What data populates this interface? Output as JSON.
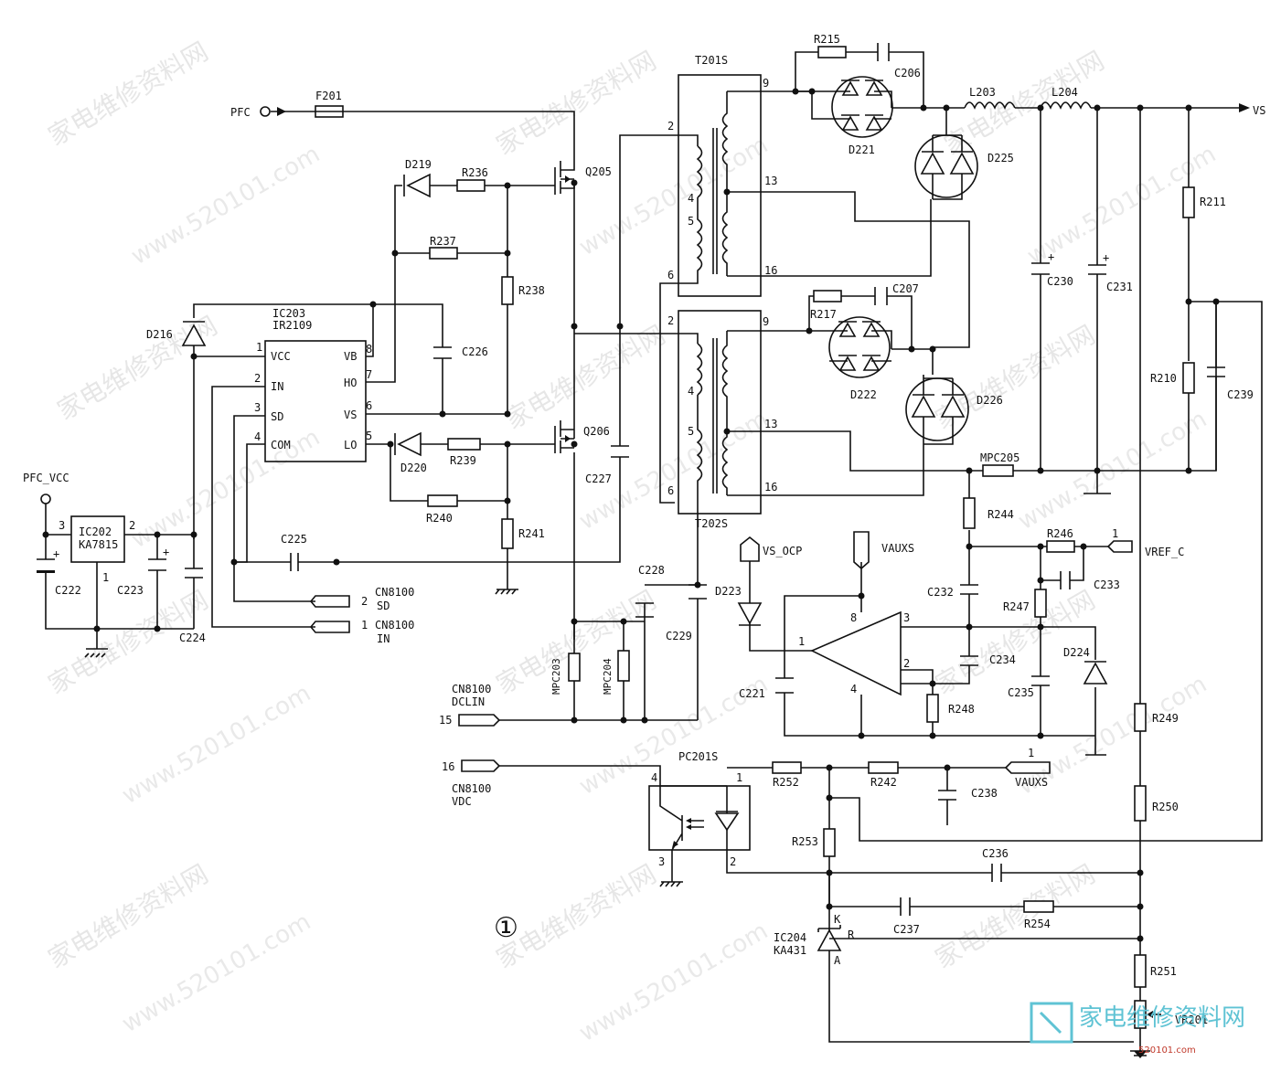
{
  "watermark": {
    "cn": "家电维修资料网",
    "url": "www.520101.com",
    "logo_cn": "家电维修资料网",
    "logo_url": "520101.com"
  },
  "figure_number": "①",
  "nets": {
    "pfc": "PFC",
    "pfc_vcc": "PFC_VCC",
    "vs": "VS",
    "vs_ocp": "VS_OCP",
    "vauxs_top": "VAUXS",
    "vauxs_bottom": "VAUXS",
    "vref_c": "VREF_C"
  },
  "connectors": {
    "cn_sd_pin": "2",
    "cn_sd_name": "CN8100",
    "cn_sd_sig": "SD",
    "cn_in_pin": "1",
    "cn_in_name": "CN8100",
    "cn_in_sig": "IN",
    "cn_dclin_pin": "15",
    "cn_dclin_name": "CN8100",
    "cn_dclin_sig": "DCLIN",
    "cn_vdc_pin": "16",
    "cn_vdc_name": "CN8100",
    "cn_vdc_sig": "VDC",
    "vref_pin": "1",
    "vauxs_pin": "1"
  },
  "ics": {
    "ic202": "IC202",
    "ic202_part": "KA7815",
    "ic202_pin3": "3",
    "ic202_pin2": "2",
    "ic202_pin1": "1",
    "ic203": "IC203",
    "ic203_part": "IR2109",
    "ic203_vcc": "VCC",
    "ic203_in": "IN",
    "ic203_sd": "SD",
    "ic203_com": "COM",
    "ic203_vb": "VB",
    "ic203_ho": "HO",
    "ic203_vs": "VS",
    "ic203_lo": "LO",
    "p1": "1",
    "p2": "2",
    "p3": "3",
    "p4": "4",
    "p5": "5",
    "p6": "6",
    "p7": "7",
    "p8": "8",
    "ic204": "IC204",
    "ic204_part": "KA431",
    "ic204_k": "K",
    "ic204_r": "R",
    "ic204_a": "A",
    "pc201s": "PC201S",
    "pc_p1": "1",
    "pc_p2": "2",
    "pc_p3": "3",
    "pc_p4": "4",
    "op_p1": "1",
    "op_p2": "2",
    "op_p3": "3",
    "op_p4": "4",
    "op_p8": "8"
  },
  "transformers": {
    "t201s": "T201S",
    "t202s": "T202S",
    "t1_p2": "2",
    "t1_p4": "4",
    "t1_p5": "5",
    "t1_p6": "6",
    "t1_p9": "9",
    "t1_p13": "13",
    "t1_p16": "16",
    "t2_p2": "2",
    "t2_p4": "4",
    "t2_p5": "5",
    "t2_p6": "6",
    "t2_p9": "9",
    "t2_p13": "13",
    "t2_p16": "16"
  },
  "components": {
    "f201": "F201",
    "q205": "Q205",
    "q206": "Q206",
    "d216": "D216",
    "d219": "D219",
    "d220": "D220",
    "d221": "D221",
    "d222": "D222",
    "d223": "D223",
    "d224": "D224",
    "d225": "D225",
    "d226": "D226",
    "r210": "R210",
    "r211": "R211",
    "r215": "R215",
    "r217": "R217",
    "r236": "R236",
    "r237": "R237",
    "r238": "R238",
    "r239": "R239",
    "r240": "R240",
    "r241": "R241",
    "r242": "R242",
    "r244": "R244",
    "r246": "R246",
    "r247": "R247",
    "r248": "R248",
    "r249": "R249",
    "r250": "R250",
    "r251": "R251",
    "r252": "R252",
    "r253": "R253",
    "r254": "R254",
    "c206": "C206",
    "c207": "C207",
    "c221": "C221",
    "c222": "C222",
    "c223": "C223",
    "c224": "C224",
    "c225": "C225",
    "c226": "C226",
    "c227": "C227",
    "c228": "C228",
    "c229": "C229",
    "c230": "C230",
    "c231": "C231",
    "c232": "C232",
    "c233": "C233",
    "c234": "C234",
    "c235": "C235",
    "c236": "C236",
    "c237": "C237",
    "c238": "C238",
    "c239": "C239",
    "l203": "L203",
    "l204": "L204",
    "mpc203": "MPC203",
    "mpc204": "MPC204",
    "mpc205": "MPC205",
    "vr201": "VR201"
  }
}
